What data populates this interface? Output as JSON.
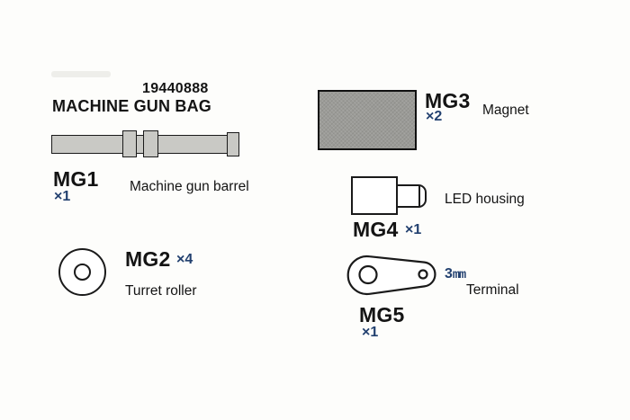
{
  "header": {
    "part_number": "19440888",
    "title": "MACHINE GUN BAG"
  },
  "colors": {
    "accent_blue": "#22406f",
    "ink": "#141414",
    "outline": "#1a1a1a",
    "part_fill": "#c9c9c5",
    "magnet_fill": "#9b9b97",
    "background": "#fdfdfb"
  },
  "parts": [
    {
      "id": "MG1",
      "qty": "×1",
      "name": "Machine gun barrel"
    },
    {
      "id": "MG2",
      "qty": "×4",
      "name": "Turret roller"
    },
    {
      "id": "MG3",
      "qty": "×2",
      "name": "Magnet"
    },
    {
      "id": "MG4",
      "qty": "×1",
      "name": "LED housing"
    },
    {
      "id": "MG5",
      "qty": "×1",
      "name": "Terminal",
      "size_value": "3",
      "size_unit": "mm"
    }
  ]
}
